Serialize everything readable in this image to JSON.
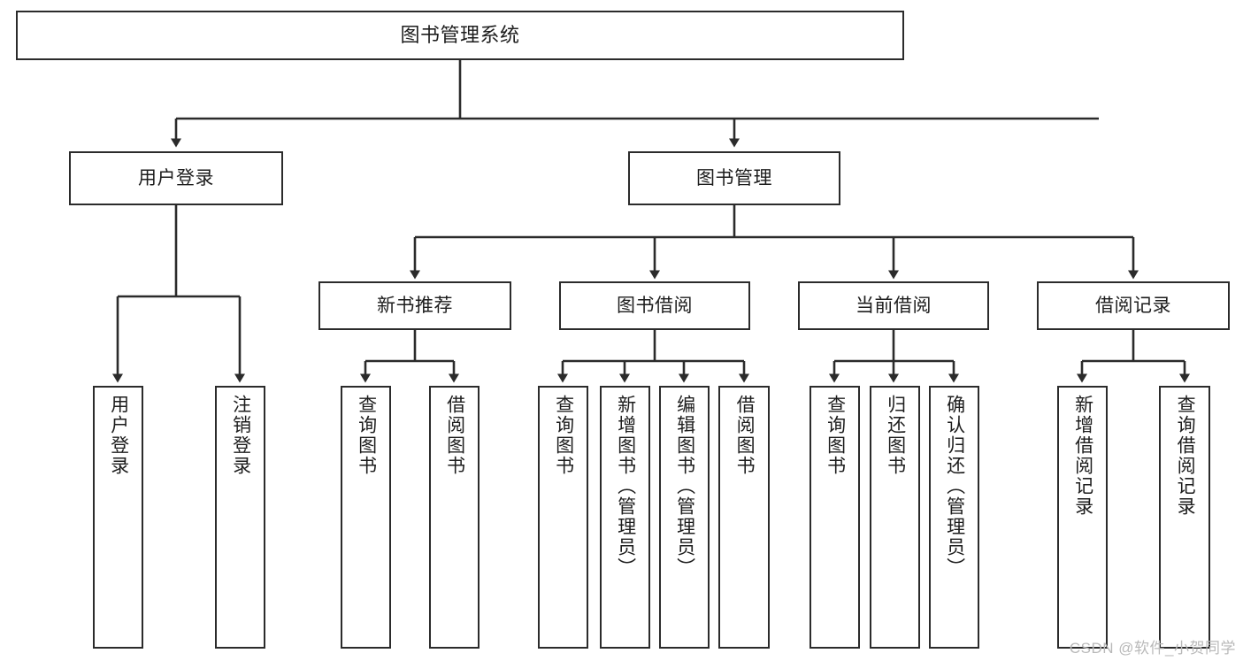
{
  "diagram": {
    "type": "tree-hierarchy-chart",
    "title": "图书管理系统",
    "stroke_color": "#2b2b2b",
    "fill_color": "#ffffff",
    "text_color": "#1d1d1d",
    "watermark": "CSDN @软件_小贺同学",
    "levels": {
      "root": {
        "label": "图书管理系统"
      },
      "level2": [
        {
          "id": "user-login",
          "label": "用户登录"
        },
        {
          "id": "book-manage",
          "label": "图书管理"
        }
      ],
      "level3": [
        {
          "id": "new-book-recommend",
          "label": "新书推荐"
        },
        {
          "id": "book-borrow",
          "label": "图书借阅"
        },
        {
          "id": "current-borrow",
          "label": "当前借阅"
        },
        {
          "id": "borrow-record",
          "label": "借阅记录"
        }
      ],
      "leaves": [
        {
          "id": "leaf-user-login",
          "label": "用户登录",
          "parent": "user-login"
        },
        {
          "id": "leaf-logout",
          "label": "注销登录",
          "parent": "user-login"
        },
        {
          "id": "leaf-query-book-1",
          "label": "查询图书",
          "parent": "new-book-recommend"
        },
        {
          "id": "leaf-borrow-book-1",
          "label": "借阅图书",
          "parent": "new-book-recommend"
        },
        {
          "id": "leaf-query-book-2",
          "label": "查询图书",
          "parent": "book-borrow"
        },
        {
          "id": "leaf-add-book",
          "label": "新增图书（管理员）",
          "parent": "book-borrow"
        },
        {
          "id": "leaf-edit-book",
          "label": "编辑图书（管理员）",
          "parent": "book-borrow"
        },
        {
          "id": "leaf-borrow-book-2",
          "label": "借阅图书",
          "parent": "book-borrow"
        },
        {
          "id": "leaf-query-book-3",
          "label": "查询图书",
          "parent": "current-borrow"
        },
        {
          "id": "leaf-return-book",
          "label": "归还图书",
          "parent": "current-borrow"
        },
        {
          "id": "leaf-confirm-return",
          "label": "确认归还（管理员）",
          "parent": "current-borrow"
        },
        {
          "id": "leaf-add-record",
          "label": "新增借阅记录",
          "parent": "borrow-record"
        },
        {
          "id": "leaf-query-record",
          "label": "查询借阅记录",
          "parent": "borrow-record"
        }
      ]
    }
  }
}
